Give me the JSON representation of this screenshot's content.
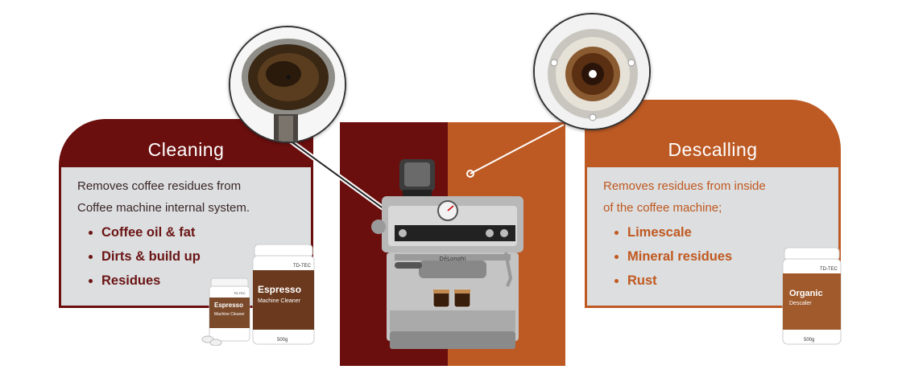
{
  "cleaning": {
    "title": "Cleaning",
    "description_line1": "Removes coffee  residues from",
    "description_line2": "Coffee machine internal system.",
    "items": [
      "Coffee oil & fat",
      "Dirts & build up",
      "Residues"
    ]
  },
  "descaling": {
    "title": "Descalling",
    "description_line1": "Removes residues from inside",
    "description_line2": "of the coffee machine;",
    "items": [
      "Limescale",
      "Mineral residues",
      "Rust"
    ]
  },
  "products": {
    "tub_brand": "TD-TEC",
    "tub_left_small_name": "Espresso",
    "tub_left_small_sub": "Machine Cleaner",
    "tub_left_large_name": "Espresso",
    "tub_left_large_sub": "Machine Cleaner",
    "tub_left_large_weight": "500g",
    "tub_right_name": "Organic",
    "tub_right_sub": "Descaler",
    "tub_right_weight": "500g"
  },
  "machine": {
    "brand": "DēLonghi"
  },
  "colors": {
    "maroon": "#6b0f0e",
    "orange": "#bd5a24",
    "grey_panel": "#dcdee0"
  }
}
